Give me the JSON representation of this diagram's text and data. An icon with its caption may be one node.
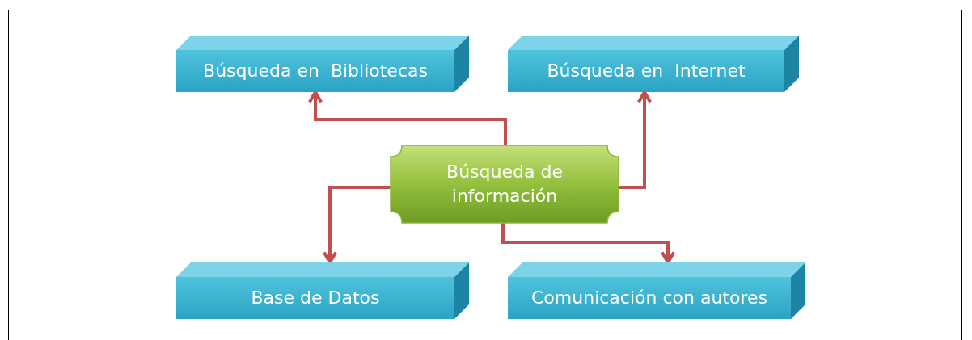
{
  "diagram": {
    "nodes": [
      {
        "text": [
          "Búsqueda de información"
        ]
      },
      {
        "text": [
          "Búsqueda en  Bibliotecas"
        ]
      },
      {
        "text": [
          "Búsqueda en  Internet"
        ]
      },
      {
        "text": [
          "Base de Datos"
        ]
      },
      {
        "text": [
          "Comunicación con autores"
        ]
      }
    ],
    "edges": [
      {
        "from": 0,
        "to": 1,
        "arrow": "to"
      },
      {
        "from": 0,
        "to": 2,
        "arrow": "to"
      },
      {
        "from": 0,
        "to": 3,
        "arrow": "to"
      },
      {
        "from": 0,
        "to": 4,
        "arrow": "to"
      }
    ]
  }
}
